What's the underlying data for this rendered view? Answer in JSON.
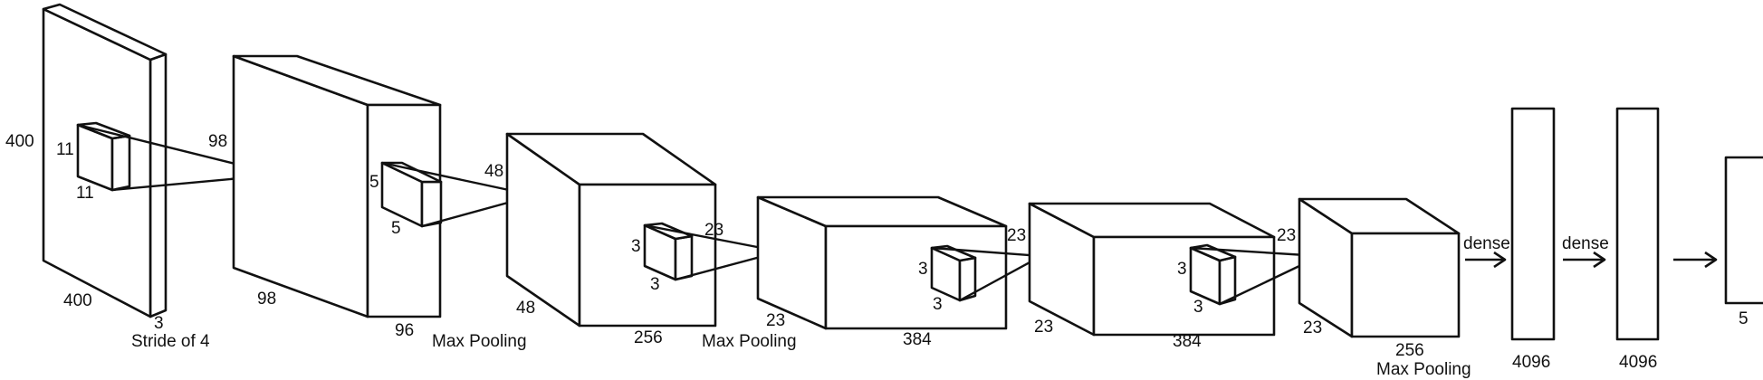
{
  "diagram": {
    "input": {
      "height": "400",
      "width": "400",
      "depth": "3",
      "stride_note": "Stride of 4"
    },
    "conv1": {
      "kernel_h": "11",
      "kernel_w": "11",
      "height": "98",
      "width": "98",
      "depth": "96",
      "pool": "Max Pooling"
    },
    "conv2": {
      "kernel_h": "5",
      "kernel_w": "5",
      "height": "48",
      "width": "48",
      "depth": "256",
      "pool": "Max Pooling"
    },
    "conv3": {
      "kernel_h": "3",
      "kernel_w": "3",
      "height": "23",
      "width": "23",
      "depth": "384"
    },
    "conv4": {
      "kernel_h": "3",
      "kernel_w": "3",
      "height": "23",
      "width": "23",
      "depth": "384"
    },
    "conv5": {
      "kernel_h": "3",
      "kernel_w": "3",
      "height": "23",
      "width": "23",
      "depth": "256",
      "pool": "Max Pooling"
    },
    "dense1": {
      "arrow_label": "dense",
      "size": "4096"
    },
    "dense2": {
      "arrow_label": "dense",
      "size": "4096"
    },
    "output": {
      "size": "5"
    }
  }
}
